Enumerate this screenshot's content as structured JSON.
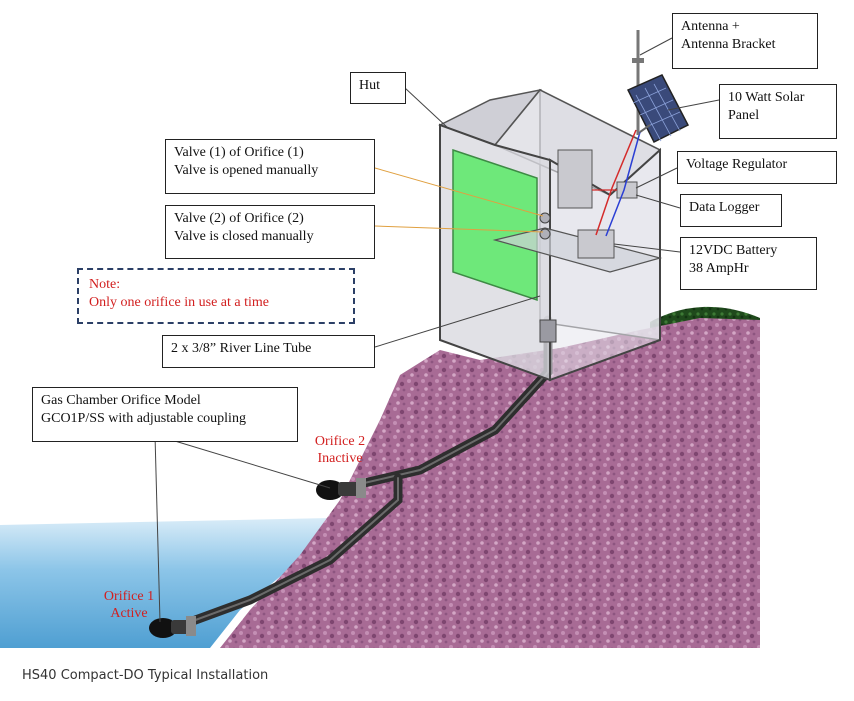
{
  "labels": {
    "antenna": "Antenna +\nAntenna Bracket",
    "hut": "Hut",
    "solar_panel": "10 Watt Solar\nPanel",
    "valve1": "Valve (1) of Orifice (1)\nValve is opened manually",
    "voltage_regulator": "Voltage Regulator",
    "valve2": "Valve (2) of Orifice (2)\nValve is closed manually",
    "data_logger": "Data Logger",
    "battery": "12VDC Battery\n38 AmpHr",
    "river_line_tube": "2 x 3/8” River Line Tube",
    "gas_chamber": "Gas Chamber Orifice Model\nGCO1P/SS with adjustable coupling"
  },
  "note": "Note:\nOnly one orifice in use at a time",
  "orifice2_tag": "Orifice 2\nInactive",
  "orifice1_tag": "Orifice 1\nActive",
  "caption": "HS40 Compact-DO Typical Installation",
  "colors": {
    "note_text": "#d21f1f",
    "note_border": "#2b3f66",
    "hill": "#a2648f",
    "water": "#6fb3dd",
    "window": "#6ee87a",
    "tube": "#2e2e2e"
  }
}
